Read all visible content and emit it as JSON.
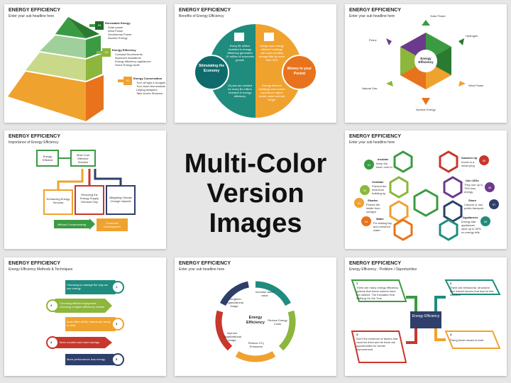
{
  "center_label": {
    "line1": "Multi-Color",
    "line2": "Version Images"
  },
  "colors": {
    "green": "#3b9b43",
    "teal": "#1f8c7e",
    "orange": "#f0a22e",
    "darkorange": "#e8731c",
    "red": "#c8372c",
    "lime": "#8cb63c",
    "navy": "#2e3f6b",
    "purple": "#6b3a8c",
    "darkteal": "#0f6b6b"
  },
  "slides": [
    {
      "title": "ENERGY EFFICIENCY",
      "subtitle": "Enter your sub headline here",
      "items": [
        {
          "num": "03",
          "heading": "Renewable Energy",
          "bullets": [
            "Solar power",
            "Wind Power",
            "Geothermal Power",
            "Nuclear Energy"
          ]
        },
        {
          "num": "02",
          "heading": "Energy Efficiency",
          "bullets": [
            "Compact fluorescents",
            "Improved insulations",
            "Energy efficiency appliances",
            "Home Energy Audit"
          ]
        },
        {
          "num": "01",
          "heading": "Energy Conservation",
          "bullets": [
            "Turn off light & budgets",
            "Turn down thermostats",
            "Unplug Adapters",
            "Take shorts Showers"
          ]
        }
      ]
    },
    {
      "title": "ENERGY EFFICIENCY",
      "subtitle": "Benefits of Energy Efficiency",
      "left": "Stimulating the Economy",
      "right": "Money in your Pocket",
      "texts": [
        "Every $1 million invested in energy efficiency generates 20 million of economic growth",
        "15 jobs are created for every $1 million invested in energy efficiency",
        "Using more energy efficient buildings can lower monthly energy bills by more than 30%",
        "Energy efficient buildings and homes experience higher resale value and last longer"
      ]
    },
    {
      "title": "ENERGY EFFICIENCY",
      "subtitle": "Enter your sub headline here",
      "center": "Energy Efficiency",
      "labels": [
        "Solar Power",
        "Hydrogen",
        "Wind Power",
        "Nuclear Energy",
        "Natural Gas",
        "Petrol"
      ]
    },
    {
      "title": "ENERGY EFFICIENCY",
      "subtitle": "Importance of Energy Efficiency",
      "boxes": [
        "Energy Efficient",
        "Most Cost Effective Solution",
        "Enhancing Energy Security",
        "Reducing the Energy Supply Demand Gap",
        "Mitigating Climate Change Impacts"
      ],
      "arrow": "Without Compromising",
      "result": "Economic Development"
    },
    {
      "title": "ENERGY EFFICIENCY",
      "subtitle": "Enter your sub headline here",
      "items": [
        {
          "num": "01",
          "label": "Insulate",
          "desc": "Keep the heat / cold in"
        },
        {
          "num": "02",
          "label": "Ventilate",
          "desc": "Prevent the heat from building up"
        },
        {
          "num": "03",
          "label": "Shades",
          "desc": "Protect the inside from sunlight"
        },
        {
          "num": "04",
          "label": "Water",
          "desc": "Fix leaking tap and conserve water"
        },
        {
          "num": "05",
          "label": "Smarten Up",
          "desc": "Invest in a smart plug"
        },
        {
          "num": "06",
          "label": "Use LEDs",
          "desc": "They use up to 75% less energy"
        },
        {
          "num": "07",
          "label": "Share",
          "desc": "Carpool or use public transport"
        },
        {
          "num": "08",
          "label": "Appliances",
          "desc": "Energy star appliances save up to 30% on energy bills"
        }
      ]
    },
    {
      "title": "ENERGY EFFICIENCY",
      "subtitle": "Energy Efficiency Methods & Techniques",
      "rows": [
        {
          "num": "1",
          "text": "Choosing to manage the way we use energy"
        },
        {
          "num": "2",
          "text": "Choosing efficient equipment, choosing a higher-efficiency vehicle"
        },
        {
          "num": "3",
          "text": "Most often all the means are ready to start"
        },
        {
          "num": "4",
          "text": "More comfort and more savings"
        },
        {
          "num": "5",
          "text": "More performance less energy"
        }
      ]
    },
    {
      "title": "ENERGY EFFICIENCY",
      "subtitle": "Enter your sub headline here",
      "center": "Energy Efficiency",
      "labels": [
        "Increase asset value",
        "Reduce Energy Costs",
        "Reduce CO₂ Emissions",
        "Improve Organizational Image",
        "Strengthen Organizational Image"
      ]
    },
    {
      "title": "ENERGY EFFICIENCY",
      "subtitle": "Energy Efficiency : Problem / Opportunities",
      "center": "Energy Efficiency",
      "boxes": [
        {
          "num": "1",
          "text": "There are many energy efficiency options that home owners have not utilized. The Insulated Hub Nothing On the Tree"
        },
        {
          "num": "2",
          "text": "There are behavioral, structural and market factors that lead to this situation"
        },
        {
          "num": "3",
          "text": "Don't the evidence of factors that could be fixed and be there are opportunities for further improvement"
        },
        {
          "num": "4",
          "text": "Fixing those issues is hard"
        }
      ]
    }
  ]
}
